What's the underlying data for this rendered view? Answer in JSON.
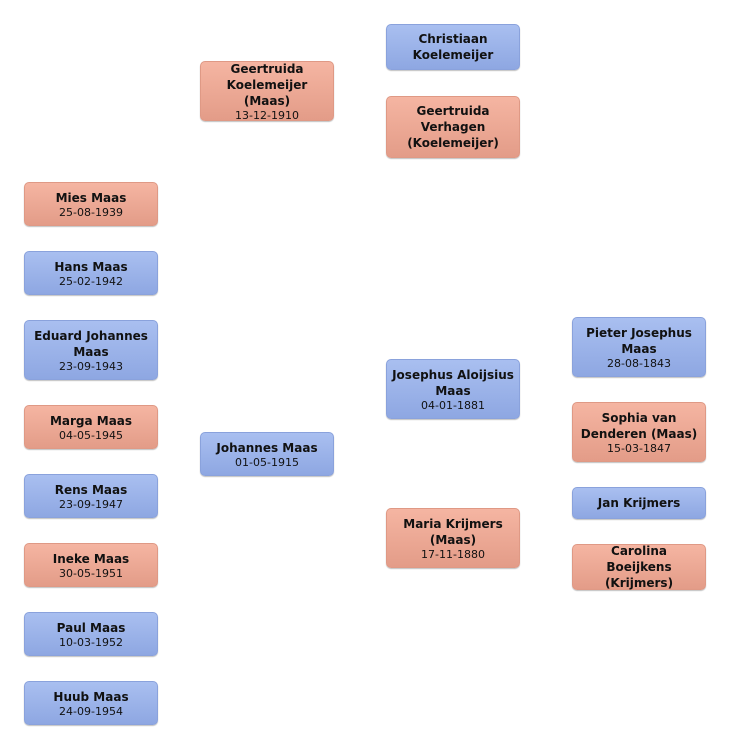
{
  "people": {
    "christiaan": {
      "name": "Christiaan Koelemeijer",
      "date": ""
    },
    "geertruida_verhagen": {
      "name": "Geertruida Verhagen (Koelemeijer)",
      "date": ""
    },
    "geertruida_koelemeijer": {
      "name": "Geertruida Koelemeijer (Maas)",
      "date": "13-12-1910"
    },
    "mies": {
      "name": "Mies Maas",
      "date": "25-08-1939"
    },
    "hans": {
      "name": "Hans Maas",
      "date": "25-02-1942"
    },
    "eduard": {
      "name": "Eduard Johannes Maas",
      "date": "23-09-1943"
    },
    "marga": {
      "name": "Marga Maas",
      "date": "04-05-1945"
    },
    "rens": {
      "name": "Rens Maas",
      "date": "23-09-1947"
    },
    "ineke": {
      "name": "Ineke Maas",
      "date": "30-05-1951"
    },
    "paul": {
      "name": "Paul Maas",
      "date": "10-03-1952"
    },
    "huub": {
      "name": "Huub Maas",
      "date": "24-09-1954"
    },
    "johannes": {
      "name": "Johannes Maas",
      "date": "01-05-1915"
    },
    "josephus": {
      "name": "Josephus Aloijsius Maas",
      "date": "04-01-1881"
    },
    "maria": {
      "name": "Maria Krijmers (Maas)",
      "date": "17-11-1880"
    },
    "pieter": {
      "name": "Pieter Josephus Maas",
      "date": "28-08-1843"
    },
    "sophia": {
      "name": "Sophia van Denderen (Maas)",
      "date": "15-03-1847"
    },
    "jan": {
      "name": "Jan Krijmers",
      "date": ""
    },
    "carolina": {
      "name": "Carolina Boeijkens (Krijmers)",
      "date": ""
    }
  },
  "colors": {
    "male": "#9bb3ea",
    "female": "#eeaa96"
  }
}
